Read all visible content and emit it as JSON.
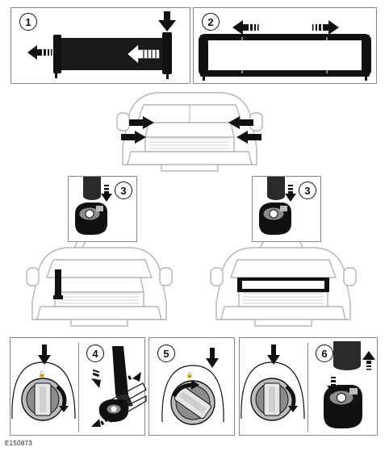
{
  "steps": {
    "step1": "1",
    "step2": "2",
    "step3_left": "3",
    "step3_right": "3",
    "step4": "4",
    "step5": "5",
    "step6": "6"
  },
  "reference_code": "E150873",
  "colors": {
    "line": "#111111",
    "panel_border": "#8a8a8a",
    "car_gray": "#bdbdbd",
    "knob_gray": "#8c8c8c"
  }
}
